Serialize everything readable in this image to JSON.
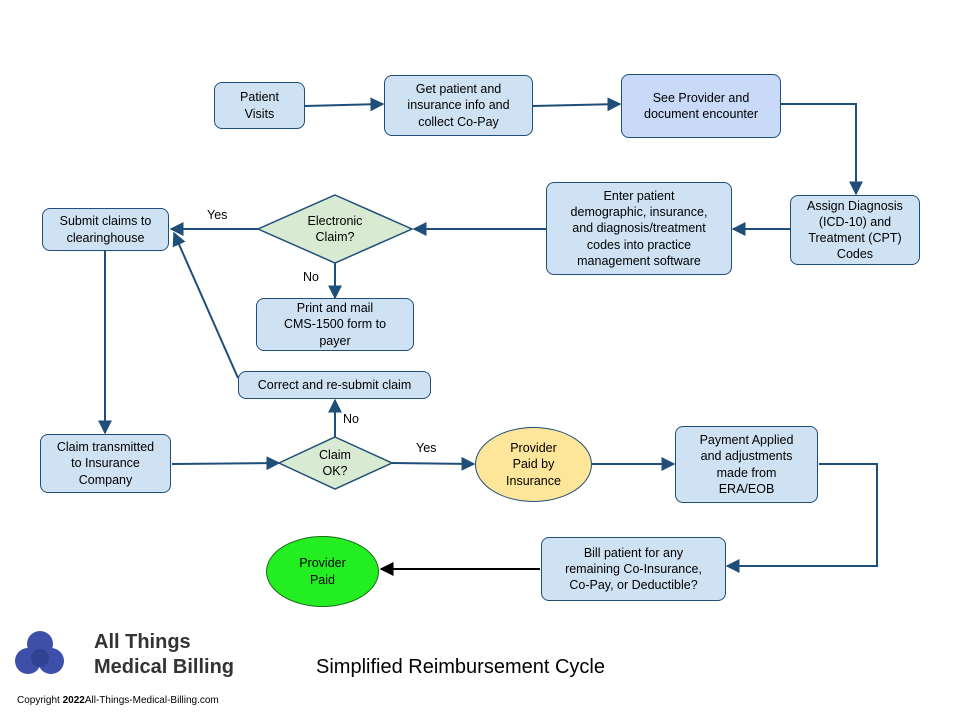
{
  "nodes": {
    "patient_visits": "Patient\nVisits",
    "get_info": "Get patient and\ninsurance info and\ncollect Co-Pay",
    "see_provider": "See Provider and\ndocument encounter",
    "assign_codes": "Assign Diagnosis\n(ICD-10) and\nTreatment (CPT)\nCodes",
    "enter_data": "Enter patient\ndemographic, insurance,\nand diagnosis/treatment\ncodes into practice\nmanagement software",
    "electronic_claim": "Electronic\nClaim?",
    "submit_claims": "Submit claims to\nclearinghouse",
    "print_mail": "Print and mail\nCMS-1500 form to\npayer",
    "correct_resubmit": "Correct and re-submit claim",
    "claim_transmitted": "Claim transmitted\nto Insurance\nCompany",
    "claim_ok": "Claim\nOK?",
    "provider_paid_insurance": "Provider\nPaid by\nInsurance",
    "payment_applied": "Payment Applied\nand adjustments\nmade from\nERA/EOB",
    "bill_patient": "Bill patient for any\nremaining Co-Insurance,\nCo-Pay, or Deductible?",
    "provider_paid": "Provider\nPaid"
  },
  "edge_labels": {
    "yes_electronic": "Yes",
    "no_electronic": "No",
    "no_claim_ok": "No",
    "yes_claim_ok": "Yes"
  },
  "logo": {
    "line1": "All Things",
    "line2": "Medical Billing"
  },
  "title": "Simplified Reimbursement Cycle",
  "copyright": {
    "prefix": "Copyright ",
    "year": "2022",
    "site": "All-Things-Medical-Billing.com"
  },
  "colors": {
    "box_fill": "#cfe2f3",
    "box_border": "#1f4e79",
    "diamond_fill": "#d9ead3",
    "provider_paid_insurance_fill": "#fde59a",
    "provider_paid_fill": "#22ee22",
    "logo_blue": "#3d4fa8"
  }
}
